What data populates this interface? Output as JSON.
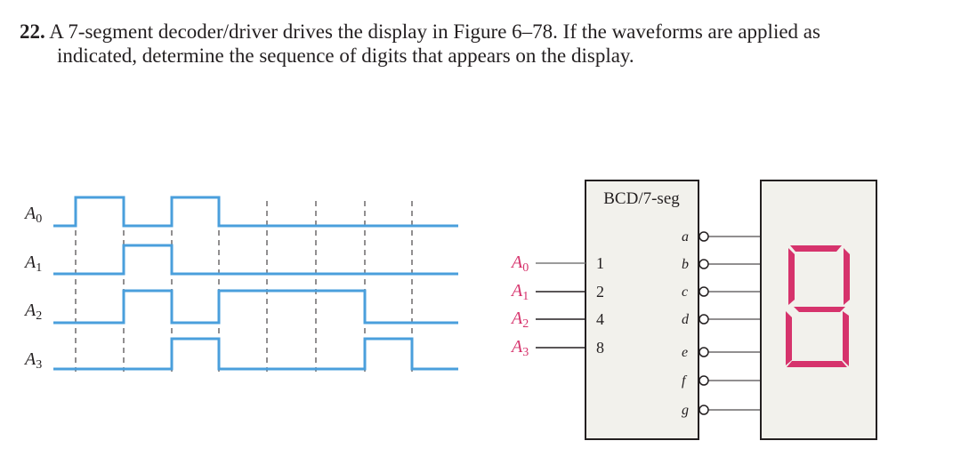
{
  "problem": {
    "number": "22.",
    "line1": "A 7-segment decoder/driver drives the display in Figure 6–78. If the waveforms are applied as",
    "line2": "indicated, determine the sequence of digits that appears on the display."
  },
  "waveforms": {
    "labels": [
      "A0",
      "A1",
      "A2",
      "A3"
    ],
    "signals": [
      [
        1,
        0,
        1,
        0,
        0,
        0,
        0,
        0
      ],
      [
        0,
        1,
        0,
        0,
        0,
        0,
        0,
        0
      ],
      [
        0,
        1,
        0,
        1,
        1,
        1,
        0,
        0
      ],
      [
        0,
        0,
        1,
        0,
        0,
        0,
        1,
        0
      ]
    ]
  },
  "decoder": {
    "title": "BCD/7-seg",
    "inputs": [
      {
        "label": "A0",
        "pin": "1"
      },
      {
        "label": "A1",
        "pin": "2"
      },
      {
        "label": "A2",
        "pin": "4"
      },
      {
        "label": "A3",
        "pin": "8"
      }
    ],
    "outputs": [
      "a",
      "b",
      "c",
      "d",
      "e",
      "f",
      "g"
    ]
  },
  "display": {
    "digit": "8"
  },
  "colors": {
    "waveform": "#4a9fdc",
    "text": "#231f20",
    "display": "#d6336c",
    "decoder_fill": "#f2f1ec"
  }
}
